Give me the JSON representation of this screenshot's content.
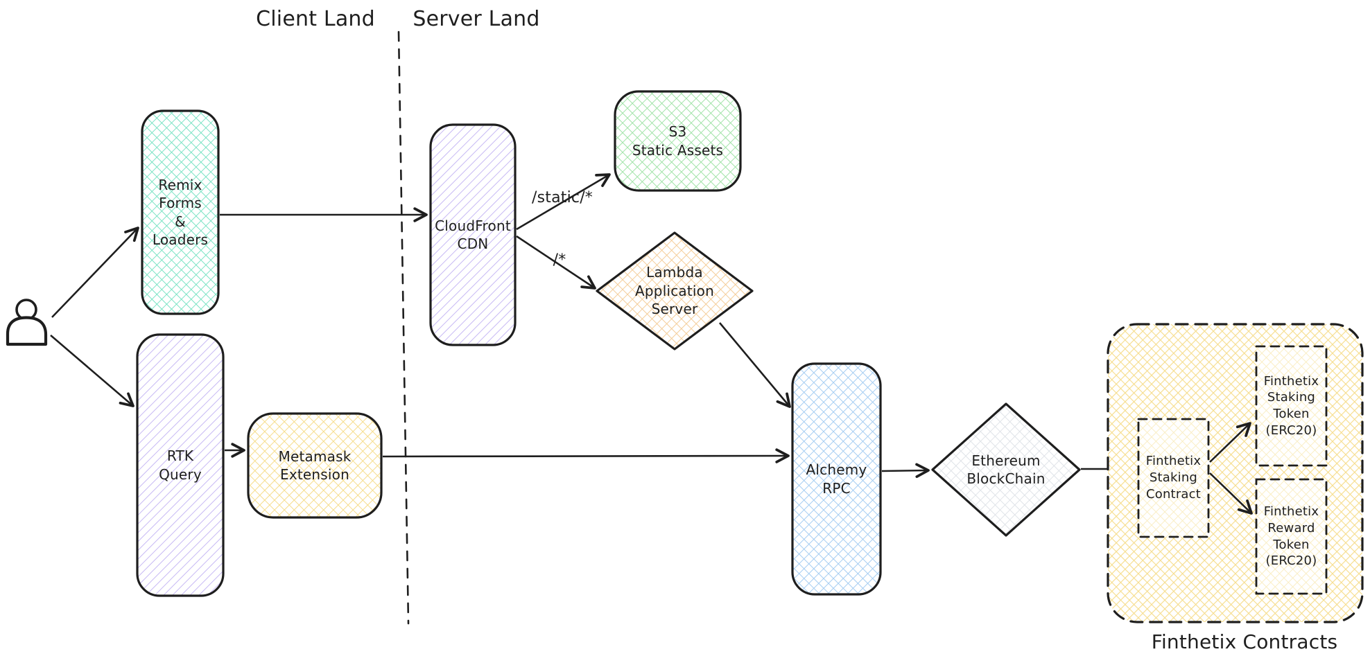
{
  "regions": {
    "client": {
      "label": "Client Land"
    },
    "server": {
      "label": "Server Land"
    }
  },
  "nodes": {
    "remix": {
      "label": "Remix\nForms\n&\nLoaders",
      "shape": "rounded-rect",
      "fill": "#79e3c4",
      "fill_style": "cross-hatch"
    },
    "rtk_query": {
      "label": "RTK\nQuery",
      "shape": "rounded-rect",
      "fill": "#c7b9f4",
      "fill_style": "hatch"
    },
    "metamask": {
      "label": "Metamask\nExtension",
      "shape": "rounded-rect",
      "fill": "#f6dd8d",
      "fill_style": "cross-hatch"
    },
    "cloudfront": {
      "label": "CloudFront\nCDN",
      "shape": "rounded-rect",
      "fill": "#c7b9f4",
      "fill_style": "hatch"
    },
    "s3": {
      "label": "S3\nStatic Assets",
      "shape": "rounded-rect",
      "fill": "#9fe3a6",
      "fill_style": "cross-hatch"
    },
    "lambda": {
      "label": "Lambda\nApplication\nServer",
      "shape": "diamond",
      "fill": "#f4cd99",
      "fill_style": "cross-hatch"
    },
    "alchemy": {
      "label": "Alchemy\nRPC",
      "shape": "rounded-rect",
      "fill": "#a5cdf2",
      "fill_style": "cross-hatch"
    },
    "ethereum": {
      "label": "Ethereum\nBlockChain",
      "shape": "diamond",
      "fill": "#dfe3e8",
      "fill_style": "cross-hatch"
    },
    "staking_contract": {
      "label": "Finthetix\nStaking\nContract",
      "shape": "dashed-rect",
      "fill": "#faeec5",
      "fill_style": "cross-hatch"
    },
    "staking_token": {
      "label": "Finthetix\nStaking\nToken\n(ERC20)",
      "shape": "dashed-rect",
      "fill": "#faeec5",
      "fill_style": "cross-hatch"
    },
    "reward_token": {
      "label": "Finthetix\nReward\nToken\n(ERC20)",
      "shape": "dashed-rect",
      "fill": "#faeec5",
      "fill_style": "cross-hatch"
    }
  },
  "edge_labels": {
    "static_route": "/static/*",
    "root_route": "/*"
  },
  "contracts_group": {
    "label": "Finthetix Contracts",
    "fill": "#f6dd8d",
    "border_style": "dashed"
  },
  "colors": {
    "stroke": "#1e1e1e",
    "background": "#ffffff",
    "teal": "#79e3c4",
    "lavender": "#c7b9f4",
    "yellow": "#f6dd8d",
    "green": "#9fe3a6",
    "orange": "#f4cd99",
    "blue": "#a5cdf2",
    "gray": "#dfe3e8",
    "light_yellow": "#faeec5"
  }
}
